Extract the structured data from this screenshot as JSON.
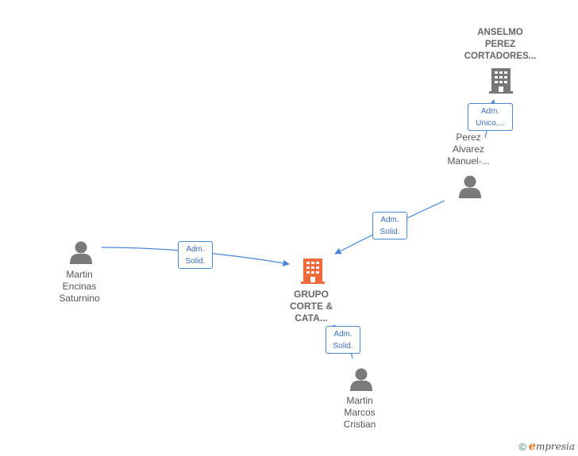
{
  "nodes": {
    "anselmo": {
      "label": "ANSELMO\nPEREZ\nCORTADORES..."
    },
    "perez": {
      "label": "Perez\nAlvarez\nManuel-..."
    },
    "martin_encinas": {
      "label": "Martin\nEncinas\nSaturnino"
    },
    "grupo": {
      "label": "GRUPO\nCORTE &\nCATA..."
    },
    "martin_marcos": {
      "label": "Martin\nMarcos\nCristian"
    }
  },
  "edges": {
    "perez_to_anselmo": {
      "line1": "Adm.",
      "line2": "Unico,..."
    },
    "perez_to_grupo": {
      "line1": "Adm.",
      "line2": "Solid."
    },
    "encinas_to_grupo": {
      "line1": "Adm.",
      "line2": "Solid."
    },
    "marcos_to_grupo": {
      "line1": "Adm.",
      "line2": "Solid."
    }
  },
  "footer": {
    "copyright": "©",
    "brand_first": "e",
    "brand_rest": "mpresia"
  },
  "colors": {
    "company_main": "#f0693a",
    "company_other": "#777777",
    "person": "#7a7a7a",
    "edge": "#4a86d4"
  }
}
